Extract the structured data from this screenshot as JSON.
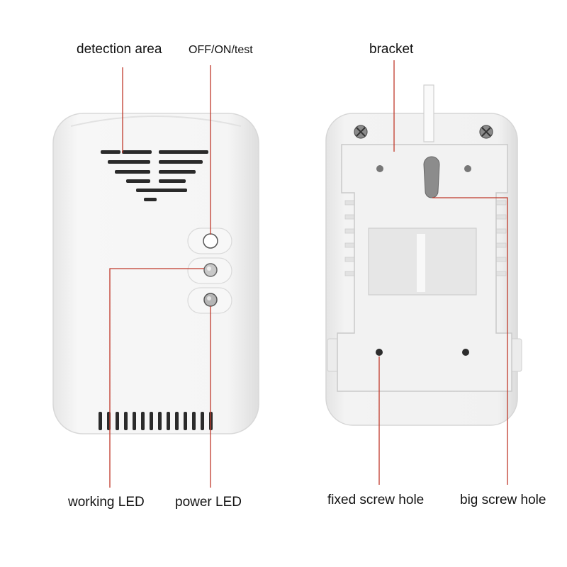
{
  "labels": {
    "detection_area": "detection area",
    "off_on_test": "OFF/ON/test",
    "bracket": "bracket",
    "working_led": "working LED",
    "power_led": "power LED",
    "fixed_screw_hole": "fixed screw hole",
    "big_screw_hole": "big screw hole"
  },
  "colors": {
    "leader_line": "#c0392b",
    "device_body": "#f4f4f4",
    "vent": "#2a2a2a"
  }
}
